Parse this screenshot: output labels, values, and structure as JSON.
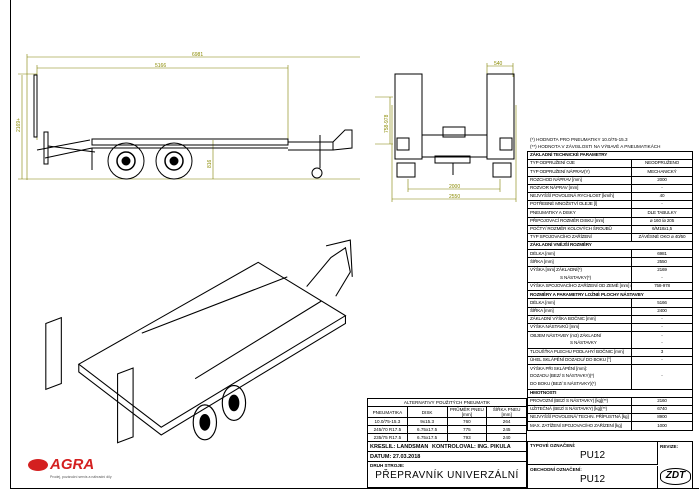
{
  "drawing": {
    "side_view": {
      "overall_length": "6981",
      "bed_length": "5166",
      "height": "2169+",
      "hitch_height": "816"
    },
    "front_view": {
      "ramp_width": "540",
      "track": "2000",
      "width": "2550",
      "hitch_range": "758-978"
    }
  },
  "notes": [
    "(*) HODNOTA PRO PNEUMATIKY 10.0/75-15.3",
    "(**) HODNOTA V ZÁVISLOSTI NA VÝBAVĚ A PNEUMATIKÁCH"
  ],
  "spec": {
    "sec1": "ZÁKLADNÍ TECHNICKÉ PARAMETRY",
    "rows1": [
      {
        "l": "TYP ODPRUŽENÍ OJE",
        "v": "NEODPRUŽENO"
      },
      {
        "l": "TYP ODPRUŽENÍ NÁPRAV(Y)",
        "v": "MECHANICKÝ"
      },
      {
        "l": "ROZCHOD NÁPRAV [mm]",
        "v": "2000"
      },
      {
        "l": "ROZVOR NÁPRAV [mm]",
        "v": "-"
      },
      {
        "l": "NEJVYŠŠÍ POVOLENÁ RYCHLOST [km/h]",
        "v": "40"
      },
      {
        "l": "POTŘEBNÉ MNOŽSTVÍ OLEJE [l]",
        "v": "-"
      },
      {
        "l": "PNEUMATIKY A DISKY",
        "v": "DLE TABULKY"
      },
      {
        "l": "PŘIPOJOVACÍ ROZMĚR DISKU [mm]",
        "v": "ø 160 /ø 205"
      },
      {
        "l": "POČTY/ ROZMĚR KOLOVÝCH ŠROUBŮ",
        "v": "6/M18x1,5"
      },
      {
        "l": "TYP SPOJOVACÍHO ZAŘÍZENÍ",
        "v": "ZÁVĚSNÉ OKO ø 40/50"
      }
    ],
    "sec2": "ZÁKLADNÍ VNĚJŠÍ ROZMĚRY",
    "length_l": "DÉLKA [mm]",
    "length_v": "6981",
    "width_l": "ŠÍŘKA [mm]",
    "width_v": "2550",
    "height_l1": "VÝŠKA [mm] ZÁKLADNÍ(*)",
    "height_l2": "S NÁSTAVKY(*)",
    "height_v": "2169",
    "height_v2": "-",
    "hitch_l": "VÝŠKA SPOJOVACÍHO ZAŘÍZENÍ OD ZEMĚ [mm] (*)",
    "hitch_v": "758-978",
    "sec3": "ROZMĚRY A PARAMETRY LOŽNÉ PLOCHY NÁSTAVBY",
    "bed_len_l": "DÉLKA [mm]",
    "bed_len_v": "5166",
    "bed_w_l": "ŠÍŘKA [mm]",
    "bed_w_v": "2400",
    "side_h_l": "ZÁKLADNÍ VÝŠKA BOČNIC [mm]",
    "side_h_v": "-",
    "ext_h_l": "VÝŠKA NÁSTAVKŮ [mm]",
    "ext_h_v": "-",
    "vol_l1": "OBJEM NÁSTAVBY (m3) ZÁKLADNÍ",
    "vol_l2": "S NÁSTAVKY",
    "vol_v": "-",
    "vol_v2": "-",
    "thick_l": "TLOUŠŤKA PLECHU PODLAHY/ BOČNIC [mm]",
    "thick_v": "3",
    "tilt_l": "ÚHEL SKLÁPĚNÍ DOZADU/ DO BOKU [°]",
    "tilt_v": "-",
    "tilt_h_l1": "VÝŠKA PŘI SKLÁPĚNÍ [mm]:",
    "tilt_h_l2": "DOZADU (BEZ/ S NÁSTAVKY)(*)",
    "tilt_h_l3": "DO BOKU (BEZ/ S NÁSTAVKY)(*)",
    "tilt_h_v": "-",
    "sec4": "HMOTNOSTI",
    "rows4": [
      {
        "l": "PROVOZNÍ (BEZ/ S NÁSTAVKY) [kg](**)",
        "v": "2160"
      },
      {
        "l": "UŽITEČNÁ (BEZ/ S NÁSTAVKY) [kg](**)",
        "v": "6740"
      },
      {
        "l": "NEJVYŠŠÍ POVOLENÁ/ TECHN. PŘÍPUSTNÁ [kg]",
        "v": "8900"
      },
      {
        "l": "MAX. ZATÍŽENÍ SPOJOVACÍHO ZAŘÍZENÍ [kg]",
        "v": "1000"
      }
    ]
  },
  "tyres": {
    "caption": "ALTERNATIVY POUŽITÝCH PNEUMATIK",
    "headers": [
      "PNEUMATIKA",
      "DISK",
      "PRŮMĚR PNEU [mm]",
      "ŠÍŘKA PNEU [mm]"
    ],
    "rows": [
      [
        "10.0/75-15.3",
        "9x15.3",
        "760",
        "264"
      ],
      [
        "245/70 R17.5",
        "6.75x17.5",
        "775",
        "245"
      ],
      [
        "235/75 R17.5",
        "6.75x17.5",
        "793",
        "240"
      ]
    ]
  },
  "title_block": {
    "drawn_label": "KRESLIL:",
    "drawn": "LANDSMAN",
    "checked_label": "KONTROLOVAL:",
    "checked": "ING. PIKULA",
    "date_label": "DATUM:",
    "date": "27.03.2018",
    "type_label": "DRUH STROJE:",
    "type": "PŘEPRAVNÍK UNIVERZÁLNÍ",
    "type_desig_label": "TYPOVÉ OZNAČENÍ:",
    "type_desig": "PU12",
    "trade_label": "OBCHODNÍ OZNAČENÍ:",
    "trade": "PU12",
    "revision_label": "REVIZE:",
    "zdt_logo": "ZDT"
  },
  "agra": {
    "name": "AGRA",
    "tagline": "Prodej, pozáruční servis a náhradní díly"
  }
}
